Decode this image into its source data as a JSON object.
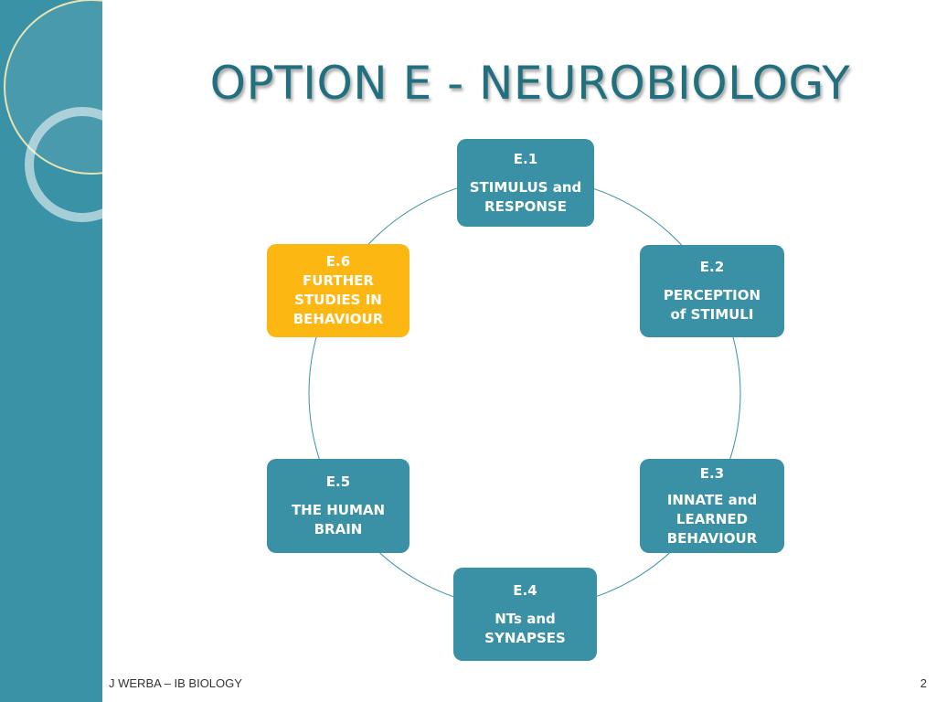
{
  "slide": {
    "title": "OPTION E - NEUROBIOLOGY",
    "footer_left": "J WERBA – IB BIOLOGY",
    "page_number": "2"
  },
  "colors": {
    "sidebar": "#3a92a7",
    "node": "#3a91a5",
    "highlight": "#fdb712",
    "title": "#22707f",
    "ring": "#3a91a5"
  },
  "diagram": {
    "nodes": [
      {
        "code": "E.1",
        "lines": [
          "STIMULUS and",
          "RESPONSE"
        ],
        "highlight": false
      },
      {
        "code": "E.2",
        "lines": [
          "PERCEPTION",
          "of STIMULI"
        ],
        "highlight": false
      },
      {
        "code": "E.3",
        "lines": [
          "INNATE and",
          "LEARNED",
          "BEHAVIOUR"
        ],
        "highlight": false
      },
      {
        "code": "E.4",
        "lines": [
          "NTs and",
          "SYNAPSES"
        ],
        "highlight": false
      },
      {
        "code": "E.5",
        "lines": [
          "THE HUMAN",
          "BRAIN"
        ],
        "highlight": false
      },
      {
        "code": "E.6",
        "lines": [
          "FURTHER",
          "STUDIES IN",
          "BEHAVIOUR"
        ],
        "highlight": true
      }
    ]
  }
}
